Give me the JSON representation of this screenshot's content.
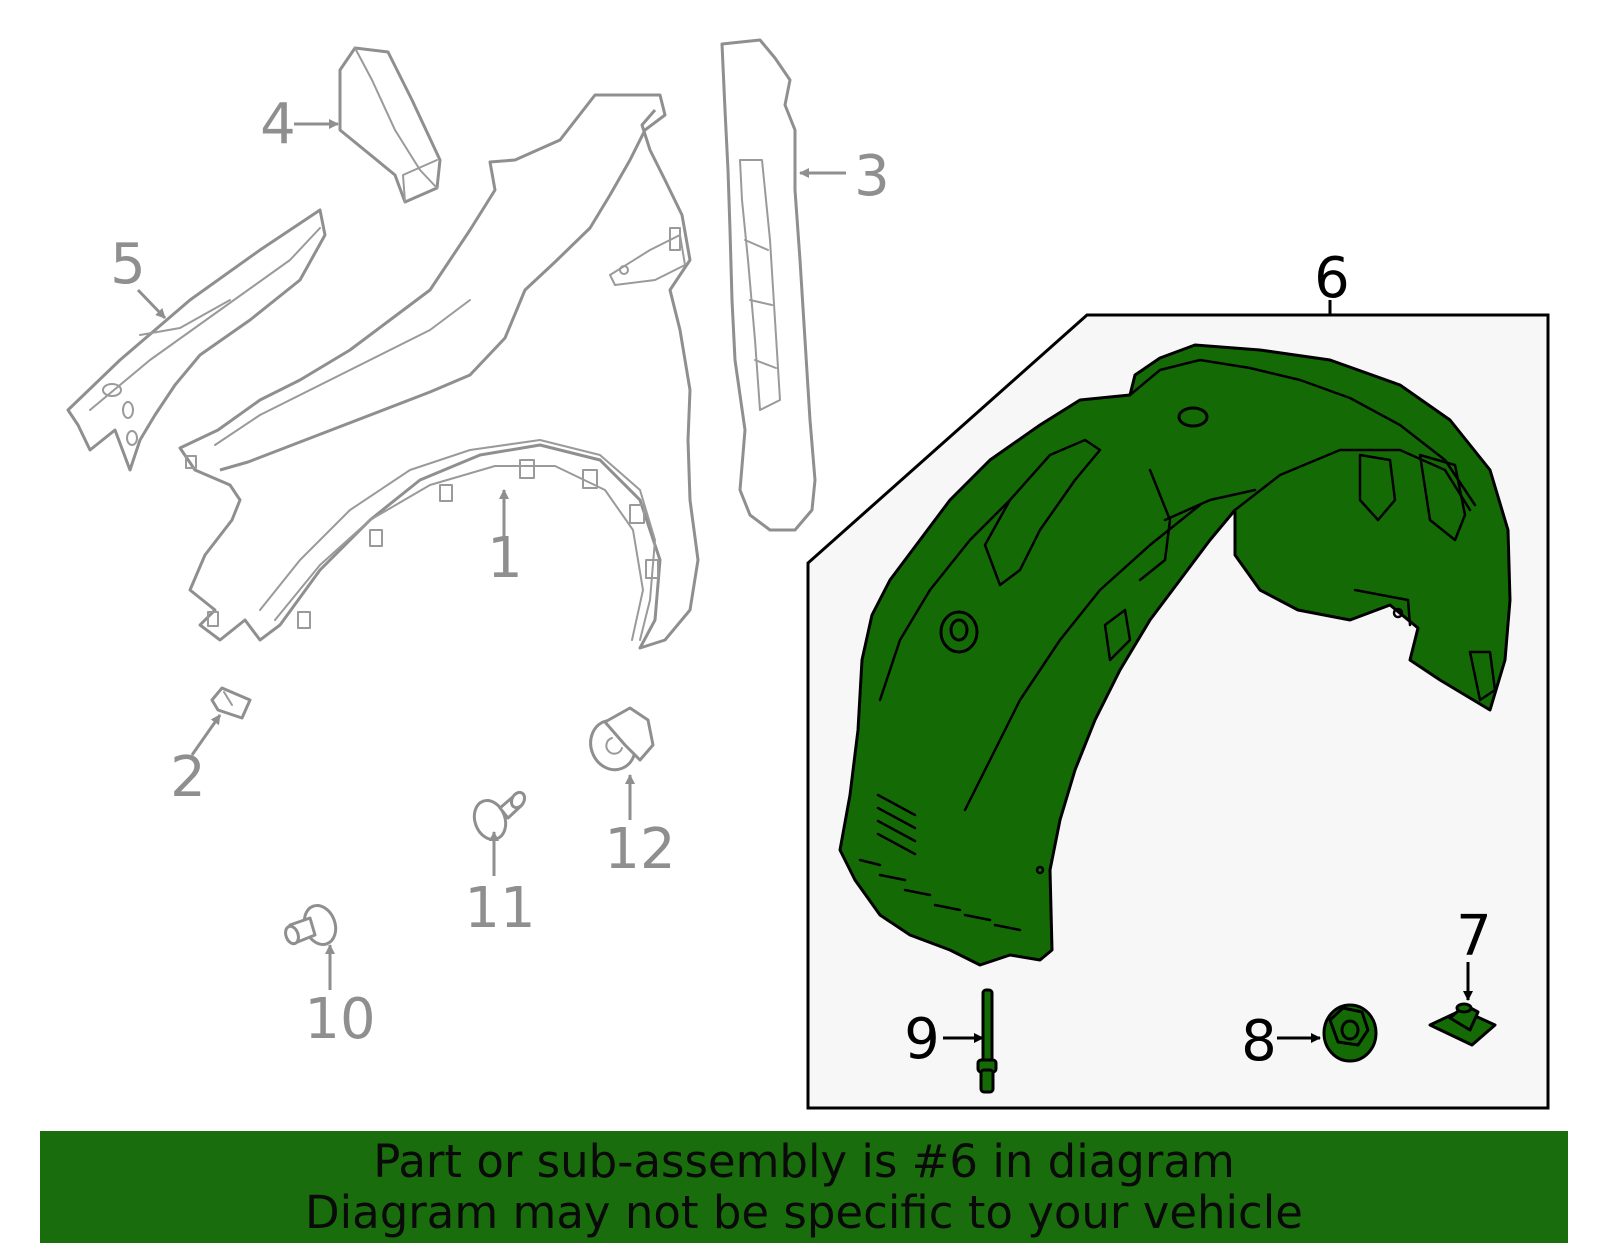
{
  "callouts": {
    "c1": "1",
    "c2": "2",
    "c3": "3",
    "c4": "4",
    "c5": "5",
    "c6": "6",
    "c7": "7",
    "c8": "8",
    "c9": "9",
    "c10": "10",
    "c11": "11",
    "c12": "12"
  },
  "highlight": {
    "part_number": "6",
    "color": "#146b06"
  },
  "footer": {
    "line1": "Part or sub-assembly is #6 in diagram",
    "line2": "Diagram may not be specific to your vehicle",
    "background": "#1a6d0c"
  }
}
